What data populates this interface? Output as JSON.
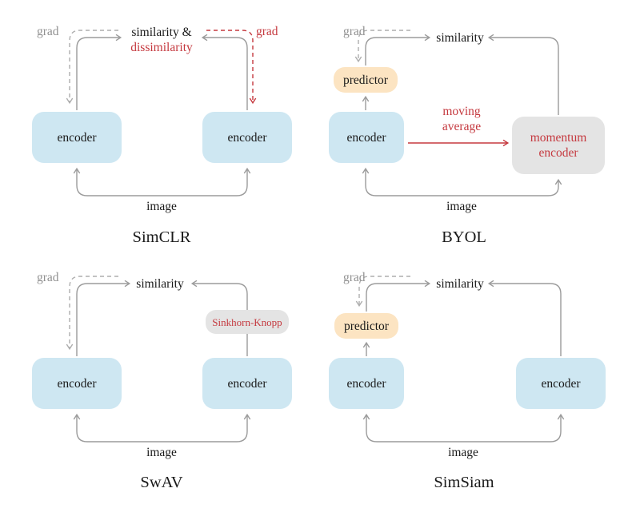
{
  "figure": {
    "colors": {
      "background": "#ffffff",
      "text_color": "#1a1a1a",
      "encoder_fill": "#cee7f2",
      "predictor_fill": "#fce4c2",
      "momentum_fill": "#e4e4e4",
      "accent_red": "#c5393f",
      "arrow_gray": "#9b9b9b",
      "grad_text_gray": "#909090"
    },
    "panels": {
      "simclr": {
        "title": "SimCLR",
        "grad_left": "grad",
        "grad_right": "grad",
        "loss_line1": "similarity &",
        "loss_line2": "dissimilarity",
        "encoder_left": "encoder",
        "encoder_right": "encoder",
        "image": "image"
      },
      "byol": {
        "title": "BYOL",
        "grad": "grad",
        "loss": "similarity",
        "predictor": "predictor",
        "encoder": "encoder",
        "momentum_line1": "momentum",
        "momentum_line2": "encoder",
        "moving_avg_line1": "moving",
        "moving_avg_line2": "average",
        "image": "image"
      },
      "swav": {
        "title": "SwAV",
        "grad": "grad",
        "loss": "similarity",
        "encoder_left": "encoder",
        "encoder_right": "encoder",
        "sinkhorn": "Sinkhorn-Knopp",
        "image": "image"
      },
      "simsiam": {
        "title": "SimSiam",
        "grad": "grad",
        "loss": "similarity",
        "predictor": "predictor",
        "encoder_left": "encoder",
        "encoder_right": "encoder",
        "image": "image"
      }
    }
  }
}
